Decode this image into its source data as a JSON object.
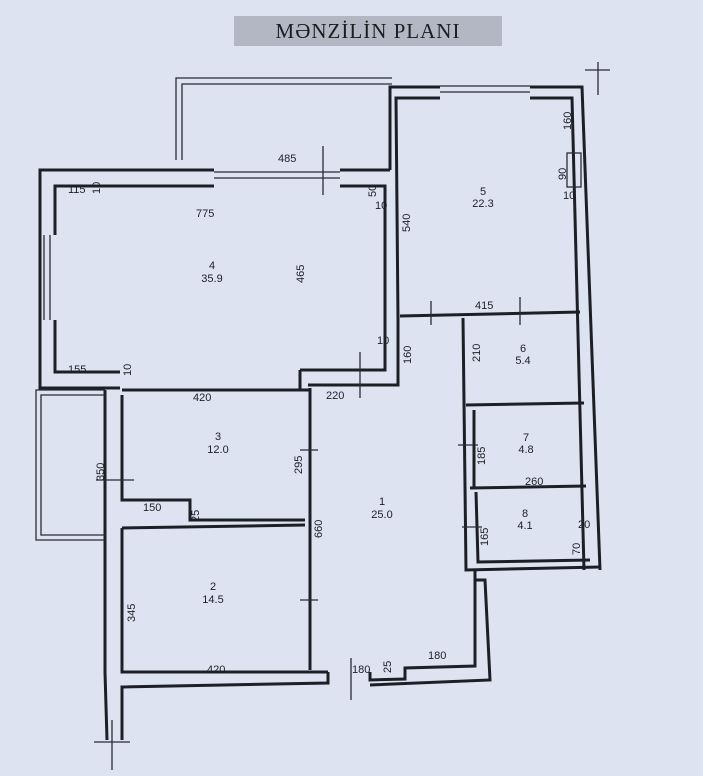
{
  "title": "MƏNZİLİN PLANI",
  "colors": {
    "background": "#dde3f1",
    "walls": "#1d1f26",
    "title_box": "#b3b7c3"
  },
  "rooms": [
    {
      "number": "1",
      "area": "25.0"
    },
    {
      "number": "2",
      "area": "14.5"
    },
    {
      "number": "3",
      "area": "12.0"
    },
    {
      "number": "4",
      "area": "35.9"
    },
    {
      "number": "5",
      "area": "22.3"
    },
    {
      "number": "6",
      "area": "5.4"
    },
    {
      "number": "7",
      "area": "4.8"
    },
    {
      "number": "8",
      "area": "4.1"
    }
  ],
  "dimensions": {
    "balcony_top": "485",
    "r4_corner": "115",
    "r4_corner_b": "10",
    "r4_width": "775",
    "r4_depth": "465",
    "r4_right_a": "50",
    "r4_right_b": "10",
    "r4_right_c": "10",
    "r4_bottom_left": "155",
    "r4_bottom_b": "10",
    "r3_top": "420",
    "corridor_top": "220",
    "corridor_left": "160",
    "r5_depth": "540",
    "r5_right_a": "160",
    "r5_right_b": "90",
    "r5_right_c": "10",
    "r5_bottom": "415",
    "r6_depth": "210",
    "r7_depth": "185",
    "r8_top": "260",
    "r8_depth": "165",
    "r8_right_a": "20",
    "r8_right_b": "70",
    "balcony_left": "350",
    "r3_depth": "295",
    "r3_bottom": "150",
    "r3_step": "25",
    "corridor_depth": "660",
    "r2_depth": "345",
    "r2_bottom": "420",
    "entry": "180",
    "entry_step": "25",
    "corridor_bottom_right": "180"
  }
}
